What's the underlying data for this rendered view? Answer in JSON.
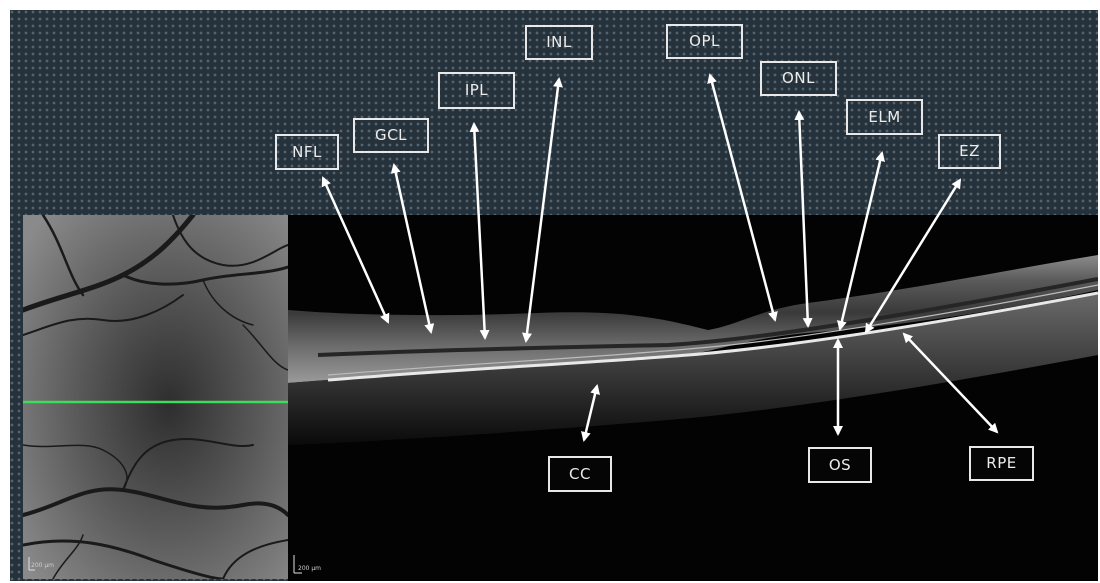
{
  "figure": {
    "top_labels": [
      "NFL",
      "GCL",
      "IPL",
      "INL",
      "OPL",
      "ONL",
      "ELM",
      "EZ"
    ],
    "bottom_labels": [
      "CC",
      "OS",
      "RPE"
    ],
    "scale_bar_fundus": "200 µm",
    "scale_bar_oct": "200 µm",
    "scan_line_color": "#3ddc5a",
    "arrow_color": "#ffffff",
    "label_border_color": "#e8e8e8"
  }
}
